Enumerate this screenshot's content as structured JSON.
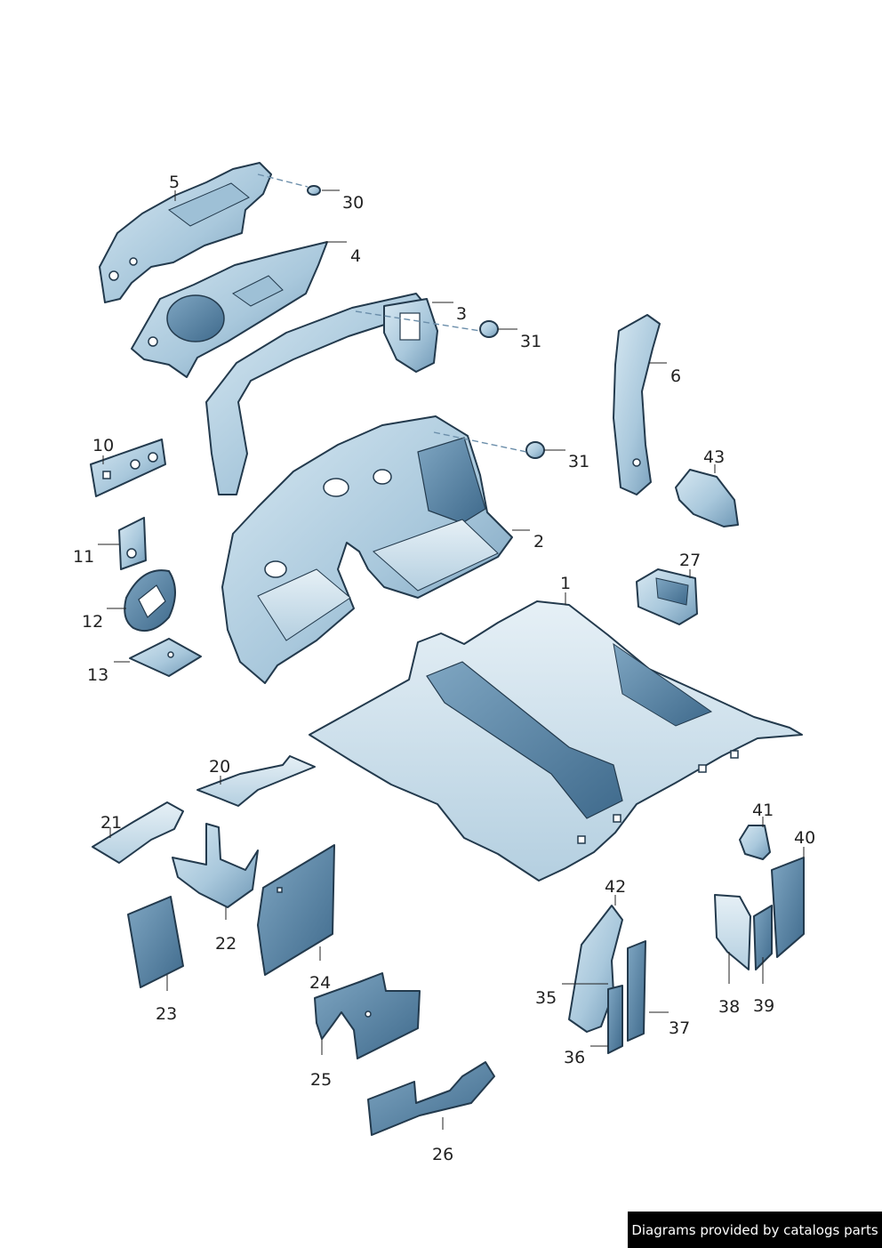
{
  "labels": {
    "p1": "1",
    "p2": "2",
    "p3": "3",
    "p4": "4",
    "p5": "5",
    "p6": "6",
    "p10": "10",
    "p11": "11",
    "p12": "12",
    "p13": "13",
    "p20": "20",
    "p21": "21",
    "p22": "22",
    "p23": "23",
    "p24": "24",
    "p25": "25",
    "p26": "26",
    "p27": "27",
    "p30": "30",
    "p31a": "31",
    "p31b": "31",
    "p35": "35",
    "p36": "36",
    "p37": "37",
    "p38": "38",
    "p39": "39",
    "p40": "40",
    "p41": "41",
    "p42": "42",
    "p43": "43"
  },
  "credit": "Diagrams provided by catalogs parts",
  "colors": {
    "part_fill": "#b9d4e4",
    "part_dark": "#5c88a8",
    "outline": "#233a4d",
    "credit_bg": "#000000"
  }
}
